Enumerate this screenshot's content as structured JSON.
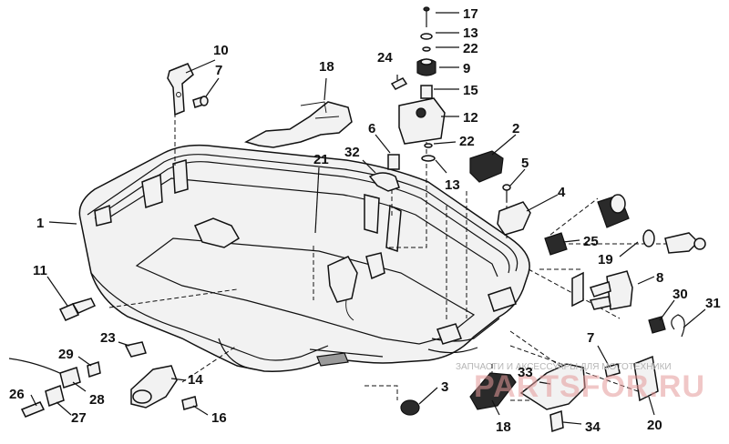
{
  "diagram": {
    "callouts": {
      "c1": "1",
      "c2": "2",
      "c3": "3",
      "c4": "4",
      "c5": "5",
      "c6": "6",
      "c7a": "7",
      "c7b": "7",
      "c8": "8",
      "c9": "9",
      "c10": "10",
      "c11": "11",
      "c12": "12",
      "c13a": "13",
      "c13b": "13",
      "c14": "14",
      "c15": "15",
      "c16": "16",
      "c17": "17",
      "c18a": "18",
      "c18b": "18",
      "c19": "19",
      "c20": "20",
      "c21": "21",
      "c22a": "22",
      "c22b": "22",
      "c23": "23",
      "c24": "24",
      "c25": "25",
      "c26": "26",
      "c27": "27",
      "c28": "28",
      "c29": "29",
      "c30": "30",
      "c31": "31",
      "c32": "32",
      "c33": "33",
      "c34": "34"
    },
    "watermark": {
      "caption": "ЗАПЧАСТИ И АКСЕССУАРЫ ДЛЯ МОТОТЕХНИКИ",
      "logo": "PARTSFOR.RU"
    }
  }
}
